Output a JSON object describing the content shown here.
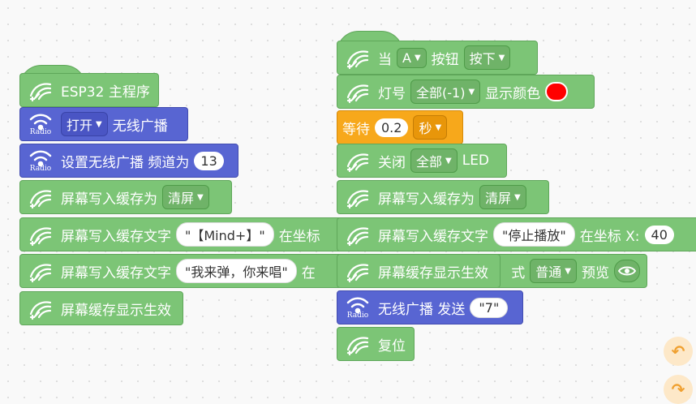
{
  "left": {
    "main": "ESP32 主程序",
    "radio_on": {
      "dd": "打开",
      "text": "无线广播"
    },
    "radio_channel": {
      "text": "设置无线广播 频道为",
      "value": "13"
    },
    "write_buffer": {
      "text": "屏幕写入缓存为",
      "dd": "清屏"
    },
    "write_text1": {
      "text": "屏幕写入缓存文字",
      "value": "\"【Mind+】\"",
      "tail": "在坐标"
    },
    "write_text2": {
      "text": "屏幕写入缓存文字",
      "value": "\"我来弹，你来唱\"",
      "tail": "在"
    },
    "show": "屏幕缓存显示生效"
  },
  "right": {
    "button": {
      "pre": "当",
      "dd1": "A",
      "mid": "按钮",
      "dd2": "按下"
    },
    "light": {
      "pre": "灯号",
      "dd": "全部(-1)",
      "text": "显示颜色",
      "color": "#ff0000"
    },
    "wait": {
      "pre": "等待",
      "value": "0.2",
      "dd": "秒"
    },
    "off": {
      "pre": "关闭",
      "dd": "全部",
      "text": "LED"
    },
    "write_buffer": {
      "text": "屏幕写入缓存为",
      "dd": "清屏"
    },
    "write_text": {
      "text": "屏幕写入缓存文字",
      "value": "\"停止播放\"",
      "coord_label": "在坐标 X:",
      "x": "40"
    },
    "show": {
      "text": "屏幕缓存显示生效",
      "mode_tail": "式",
      "dd": "普通",
      "preview": "预览"
    },
    "radio_send": {
      "text": "无线广播 发送",
      "value": "\"7\""
    },
    "reset": "复位"
  },
  "radio_label": "Radio",
  "colors": {
    "green": "#7cc576",
    "blue": "#5865d2",
    "orange": "#f7a81b"
  }
}
